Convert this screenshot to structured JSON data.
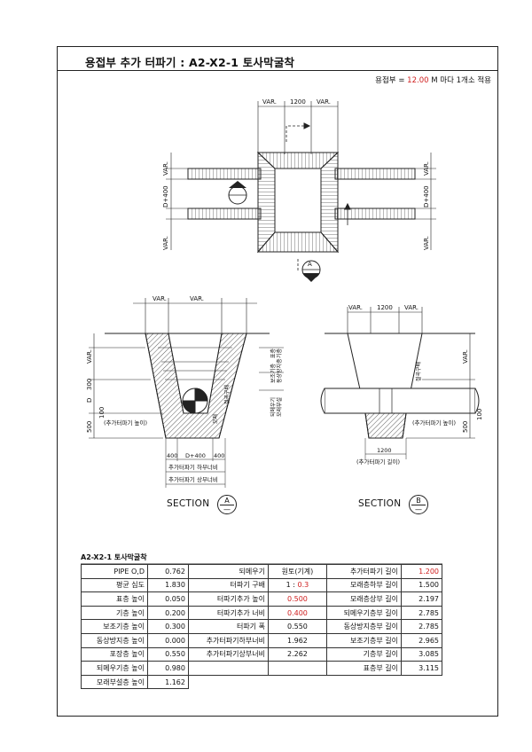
{
  "title": "용접부 추가 터파기 : A2-X2-1 토사막굴착",
  "note": {
    "prefix": "용접부 = ",
    "value": "12.00",
    "suffix": " M 마다 1개소 적용"
  },
  "plan": {
    "top_dims": [
      "VAR.",
      "1200",
      "VAR."
    ],
    "left_dims": [
      "VAR.",
      "D+400",
      "VAR."
    ],
    "right_dims": [
      "VAR.",
      "D+400",
      "VAR."
    ],
    "marker_b": "B",
    "marker_a": "A"
  },
  "section_a": {
    "top_dims": [
      "VAR.",
      "VAR."
    ],
    "left_dims": [
      "VAR.",
      "300",
      "D",
      "100",
      "500"
    ],
    "bottom_dims": [
      "400",
      "D+400",
      "400"
    ],
    "labels": {
      "surface": "표층",
      "base": "기층",
      "subbase": "보조기층",
      "frost": "동상방지층",
      "backfill": "되메우기",
      "sand_top": "모래부설",
      "slope": "절곡구배",
      "sand": "모래",
      "extra_depth": "(추가터파기 높이)",
      "bottom_width": "추가터파기 하부너비",
      "top_width": "추가터파기 상부너비"
    },
    "caption": "SECTION",
    "marker": "A",
    "marker_sub": "—"
  },
  "section_b": {
    "top_dims": [
      "VAR.",
      "1200",
      "VAR."
    ],
    "right_dims": [
      "VAR.",
      "100",
      "500"
    ],
    "bottom_dim": "1200",
    "labels": {
      "slope": "절곡구배",
      "extra_depth": "(추가터파기 높이)",
      "length": "(추가터파기 길이)"
    },
    "caption": "SECTION",
    "marker": "B",
    "marker_sub": "—"
  },
  "table": {
    "title": "A2-X2-1 토사막굴착",
    "rows": [
      [
        {
          "k": "PIPE O,D",
          "v": "0.762"
        },
        {
          "k": "되메우기",
          "v": "원토(기계)"
        },
        {
          "k": "추가터파기 길이",
          "v": "1.200",
          "red": true
        }
      ],
      [
        {
          "k": "평균 심도",
          "v": "1.830"
        },
        {
          "k": "터파기 구배",
          "v": "1 : 0.3",
          "red_part": "0.3"
        },
        {
          "k": "모래층하부 길이",
          "v": "1.500"
        }
      ],
      [
        {
          "k": "표층 높이",
          "v": "0.050"
        },
        {
          "k": "터파기추가 높이",
          "v": "0.500",
          "red": true
        },
        {
          "k": "모래층상부 길이",
          "v": "2.197"
        }
      ],
      [
        {
          "k": "기층 높이",
          "v": "0.200"
        },
        {
          "k": "터파기추가 너비",
          "v": "0.400",
          "red": true
        },
        {
          "k": "되메우기층부 길이",
          "v": "2.785"
        }
      ],
      [
        {
          "k": "보조기층 높이",
          "v": "0.300"
        },
        {
          "k": "터파기 폭",
          "v": "0.550"
        },
        {
          "k": "동상방지층부 길이",
          "v": "2.785"
        }
      ],
      [
        {
          "k": "동상방지층 높이",
          "v": "0.000"
        },
        {
          "k": "추가터파기하부너비",
          "v": "1.962"
        },
        {
          "k": "보조기층부 길이",
          "v": "2.965"
        }
      ],
      [
        {
          "k": "포장층 높이",
          "v": "0.550"
        },
        {
          "k": "추가터파기상부너비",
          "v": "2.262"
        },
        {
          "k": "기층부 길이",
          "v": "3.085"
        }
      ],
      [
        {
          "k": "되메우기층 높이",
          "v": "0.980"
        },
        {
          "k": "",
          "v": ""
        },
        {
          "k": "표층부 길이",
          "v": "3.115"
        }
      ],
      [
        {
          "k": "모래부설층 높이",
          "v": "1.162"
        },
        null,
        null
      ]
    ]
  },
  "colors": {
    "red": "#d02020",
    "line": "#222222"
  }
}
